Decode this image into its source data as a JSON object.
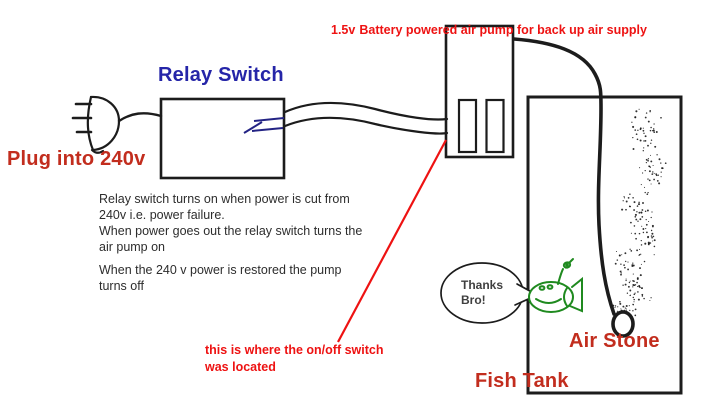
{
  "annotations": {
    "battery_note_prefix": "1.5v",
    "battery_note_rest": "Battery powered air pump for back up air supply",
    "pointer_note": "this is where the on/off switch\nwas located"
  },
  "labels": {
    "relay_switch": "Relay Switch",
    "plug": "Plug into 240v",
    "air_stone": "Air Stone",
    "fish_tank": "Fish Tank"
  },
  "description": {
    "para1": "Relay switch turns on when power is cut from\n240v i.e. power failure.\nWhen power goes out the relay switch turns the\nair pump on",
    "para2": "When the 240 v power is restored the pump\nturns off"
  },
  "speech_bubble": {
    "text": "Thanks\nBro!"
  },
  "icons": {
    "plug": "power-plug-icon",
    "switch": "relay-switch-contact-icon",
    "battery_cells": "battery-cells-icon",
    "air_stone": "air-stone-icon",
    "fish": "fish-icon",
    "bubbles": "air-bubbles-icon"
  },
  "colors": {
    "annotation_red": "#ee1212",
    "label_red": "#c22d1e",
    "label_blue": "#2525a8",
    "switch_blue": "#232384",
    "fish_green": "#1f8a1f",
    "ink_black": "#1c1c1c"
  }
}
